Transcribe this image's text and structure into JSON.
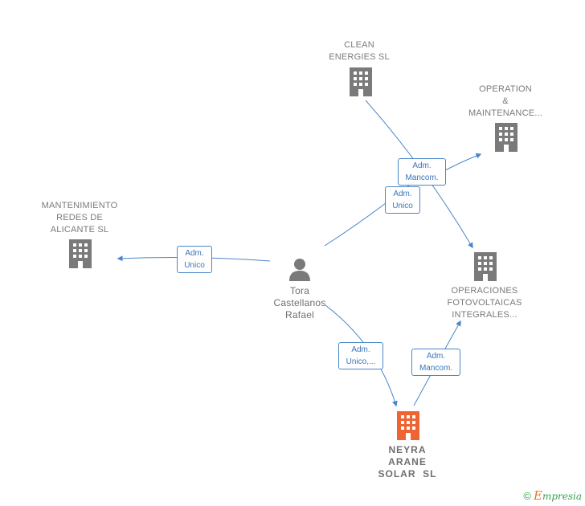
{
  "colors": {
    "edge": "#4a86c8",
    "building": "#7a7a7a",
    "focus_building": "#ef6433",
    "person": "#7a7a7a"
  },
  "nodes": {
    "clean_energies": {
      "lines": [
        "CLEAN",
        "ENERGIES SL"
      ],
      "icon": "building-icon"
    },
    "operation_maintenance": {
      "lines": [
        "OPERATION",
        "&",
        "MAINTENANCE..."
      ],
      "icon": "building-icon"
    },
    "mantenimiento_redes": {
      "lines": [
        "MANTENIMIENTO",
        "REDES DE",
        "ALICANTE SL"
      ],
      "icon": "building-icon"
    },
    "tora_castellanos": {
      "lines": [
        "Tora",
        "Castellanos",
        "Rafael"
      ],
      "icon": "person-icon"
    },
    "operaciones_fotovoltaicas": {
      "lines": [
        "OPERACIONES",
        "FOTOVOLTAICAS",
        "INTEGRALES..."
      ],
      "icon": "building-icon"
    },
    "neyra_arane": {
      "lines": [
        "NEYRA",
        "ARANE",
        "SOLAR  SL"
      ],
      "icon": "building-icon"
    }
  },
  "edge_labels": {
    "mancom_top": [
      "Adm.",
      "Mancom."
    ],
    "unico_top": [
      "Adm.",
      "Unico"
    ],
    "unico_left": [
      "Adm.",
      "Unico"
    ],
    "unico_bottom": [
      "Adm.",
      "Unico,..."
    ],
    "mancom_bottom": [
      "Adm.",
      "Mancom."
    ]
  },
  "footer": {
    "symbol": "©",
    "brand_first": "E",
    "brand_rest": "mpresia"
  }
}
